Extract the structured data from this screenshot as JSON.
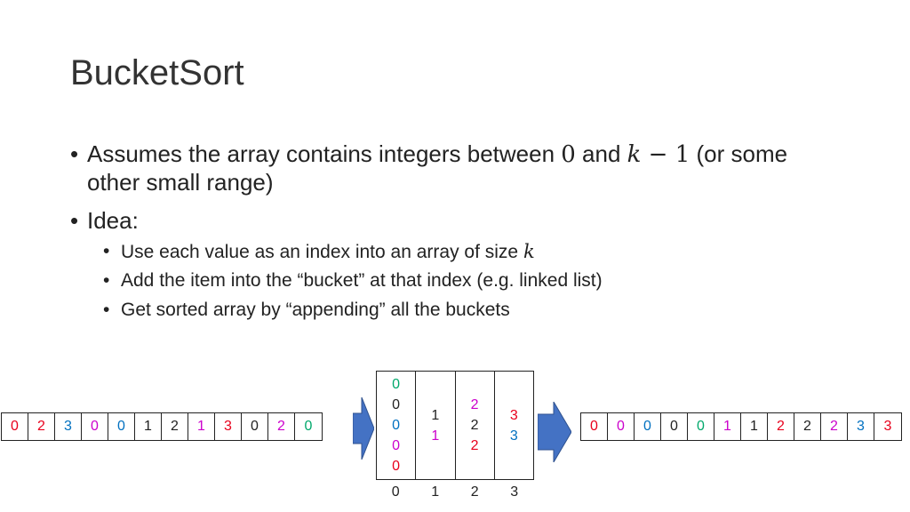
{
  "title": "BucketSort",
  "bullets": {
    "b1_line1_a": "Assumes the array contains integers between ",
    "b1_zero": "0",
    "b1_and": " and ",
    "b1_k": "k",
    "b1_minus": " − 1",
    "b1_line1_b": " (or some",
    "b1_line2": "other small range)",
    "b2": "Idea:",
    "sub1_text": "Use each value as an index into an array of size ",
    "sub1_k": "k",
    "sub2": "Add the item into the “bucket” at that index (e.g. linked list)",
    "sub3": "Get sorted array by “appending” all the buckets"
  },
  "colors": {
    "0": "#00a86b",
    "1": "#cc00cc",
    "2": "#e8001c",
    "3": "#0070c0",
    "black": "#222222",
    "arrow": "#4472c4"
  },
  "input_array": [
    {
      "v": "0",
      "c": "#e8001c"
    },
    {
      "v": "2",
      "c": "#e8001c"
    },
    {
      "v": "3",
      "c": "#0070c0"
    },
    {
      "v": "0",
      "c": "#cc00cc"
    },
    {
      "v": "0",
      "c": "#0070c0"
    },
    {
      "v": "1",
      "c": "#222222"
    },
    {
      "v": "2",
      "c": "#222222"
    },
    {
      "v": "1",
      "c": "#cc00cc"
    },
    {
      "v": "3",
      "c": "#e8001c"
    },
    {
      "v": "0",
      "c": "#222222"
    },
    {
      "v": "2",
      "c": "#cc00cc"
    },
    {
      "v": "0",
      "c": "#00a86b"
    }
  ],
  "buckets": [
    {
      "index": "0",
      "items": [
        {
          "v": "0",
          "c": "#00a86b"
        },
        {
          "v": "0",
          "c": "#222222"
        },
        {
          "v": "0",
          "c": "#0070c0"
        },
        {
          "v": "0",
          "c": "#cc00cc"
        },
        {
          "v": "0",
          "c": "#e8001c"
        }
      ]
    },
    {
      "index": "1",
      "items": [
        {
          "v": "1",
          "c": "#222222"
        },
        {
          "v": "1",
          "c": "#cc00cc"
        }
      ]
    },
    {
      "index": "2",
      "items": [
        {
          "v": "2",
          "c": "#cc00cc"
        },
        {
          "v": "2",
          "c": "#222222"
        },
        {
          "v": "2",
          "c": "#e8001c"
        }
      ]
    },
    {
      "index": "3",
      "items": [
        {
          "v": "3",
          "c": "#e8001c"
        },
        {
          "v": "3",
          "c": "#0070c0"
        }
      ]
    }
  ],
  "output_array": [
    {
      "v": "0",
      "c": "#e8001c"
    },
    {
      "v": "0",
      "c": "#cc00cc"
    },
    {
      "v": "0",
      "c": "#0070c0"
    },
    {
      "v": "0",
      "c": "#222222"
    },
    {
      "v": "0",
      "c": "#00a86b"
    },
    {
      "v": "1",
      "c": "#cc00cc"
    },
    {
      "v": "1",
      "c": "#222222"
    },
    {
      "v": "2",
      "c": "#e8001c"
    },
    {
      "v": "2",
      "c": "#222222"
    },
    {
      "v": "2",
      "c": "#cc00cc"
    },
    {
      "v": "3",
      "c": "#0070c0"
    },
    {
      "v": "3",
      "c": "#e8001c"
    }
  ]
}
